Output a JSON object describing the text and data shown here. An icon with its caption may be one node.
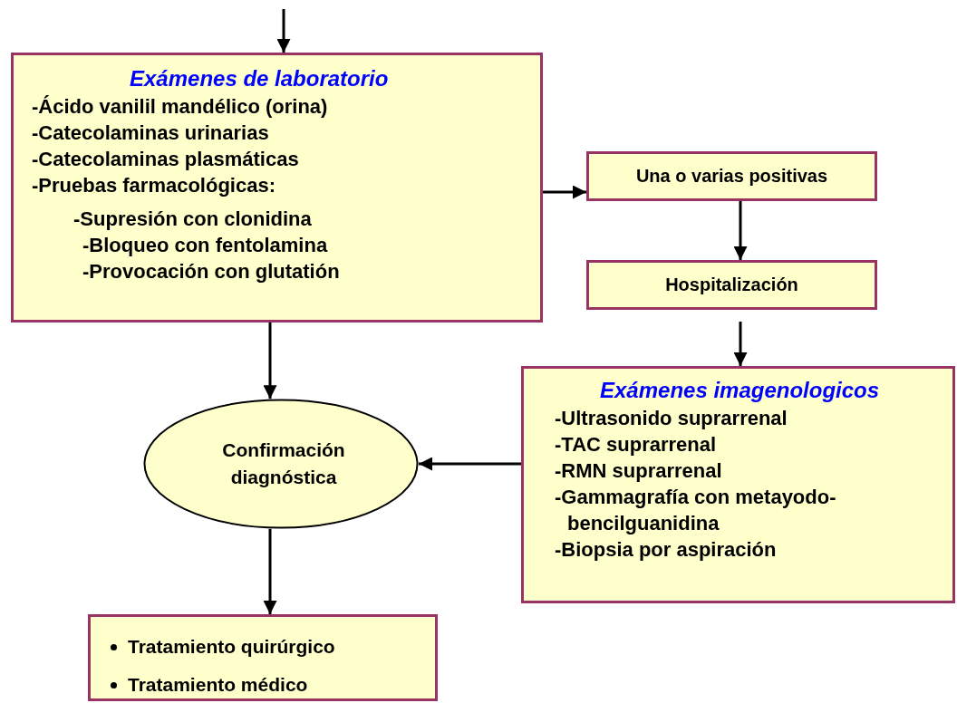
{
  "diagram": {
    "nodes": [
      {
        "text": [
          "Exámenes de laboratorio",
          "-Ácido vanilil mandélico (orina)",
          "-Catecolaminas urinarias",
          "-Catecolaminas plasmáticas",
          "-Pruebas farmacológicas:",
          "-Supresión con clonidina",
          "-Bloqueo con fentolamina",
          "-Provocación con glutatión"
        ]
      },
      {
        "text": [
          "Una o varias positivas"
        ]
      },
      {
        "text": [
          "Hospitalización"
        ]
      },
      {
        "text": [
          "Exámenes imagenologicos",
          "-Ultrasonido suprarrenal",
          "-TAC suprarrenal",
          "-RMN suprarrenal",
          "-Gammagrafía con metayodo- bencilguanidina",
          "-Biopsia por aspiración"
        ]
      },
      {
        "text": [
          "Confirmación diagnóstica"
        ]
      },
      {
        "text": [
          "Tratamiento quirúrgico",
          "Tratamiento médico"
        ]
      }
    ],
    "edges": [
      {
        "from": null,
        "to": 0,
        "arrow": "to"
      },
      {
        "from": 0,
        "to": 1,
        "arrow": "to"
      },
      {
        "from": 1,
        "to": 2,
        "arrow": "to"
      },
      {
        "from": 2,
        "to": 3,
        "arrow": "to"
      },
      {
        "from": 0,
        "to": 4,
        "arrow": "to"
      },
      {
        "from": 3,
        "to": 4,
        "arrow": "to"
      },
      {
        "from": 4,
        "to": 5,
        "arrow": "to"
      }
    ]
  }
}
